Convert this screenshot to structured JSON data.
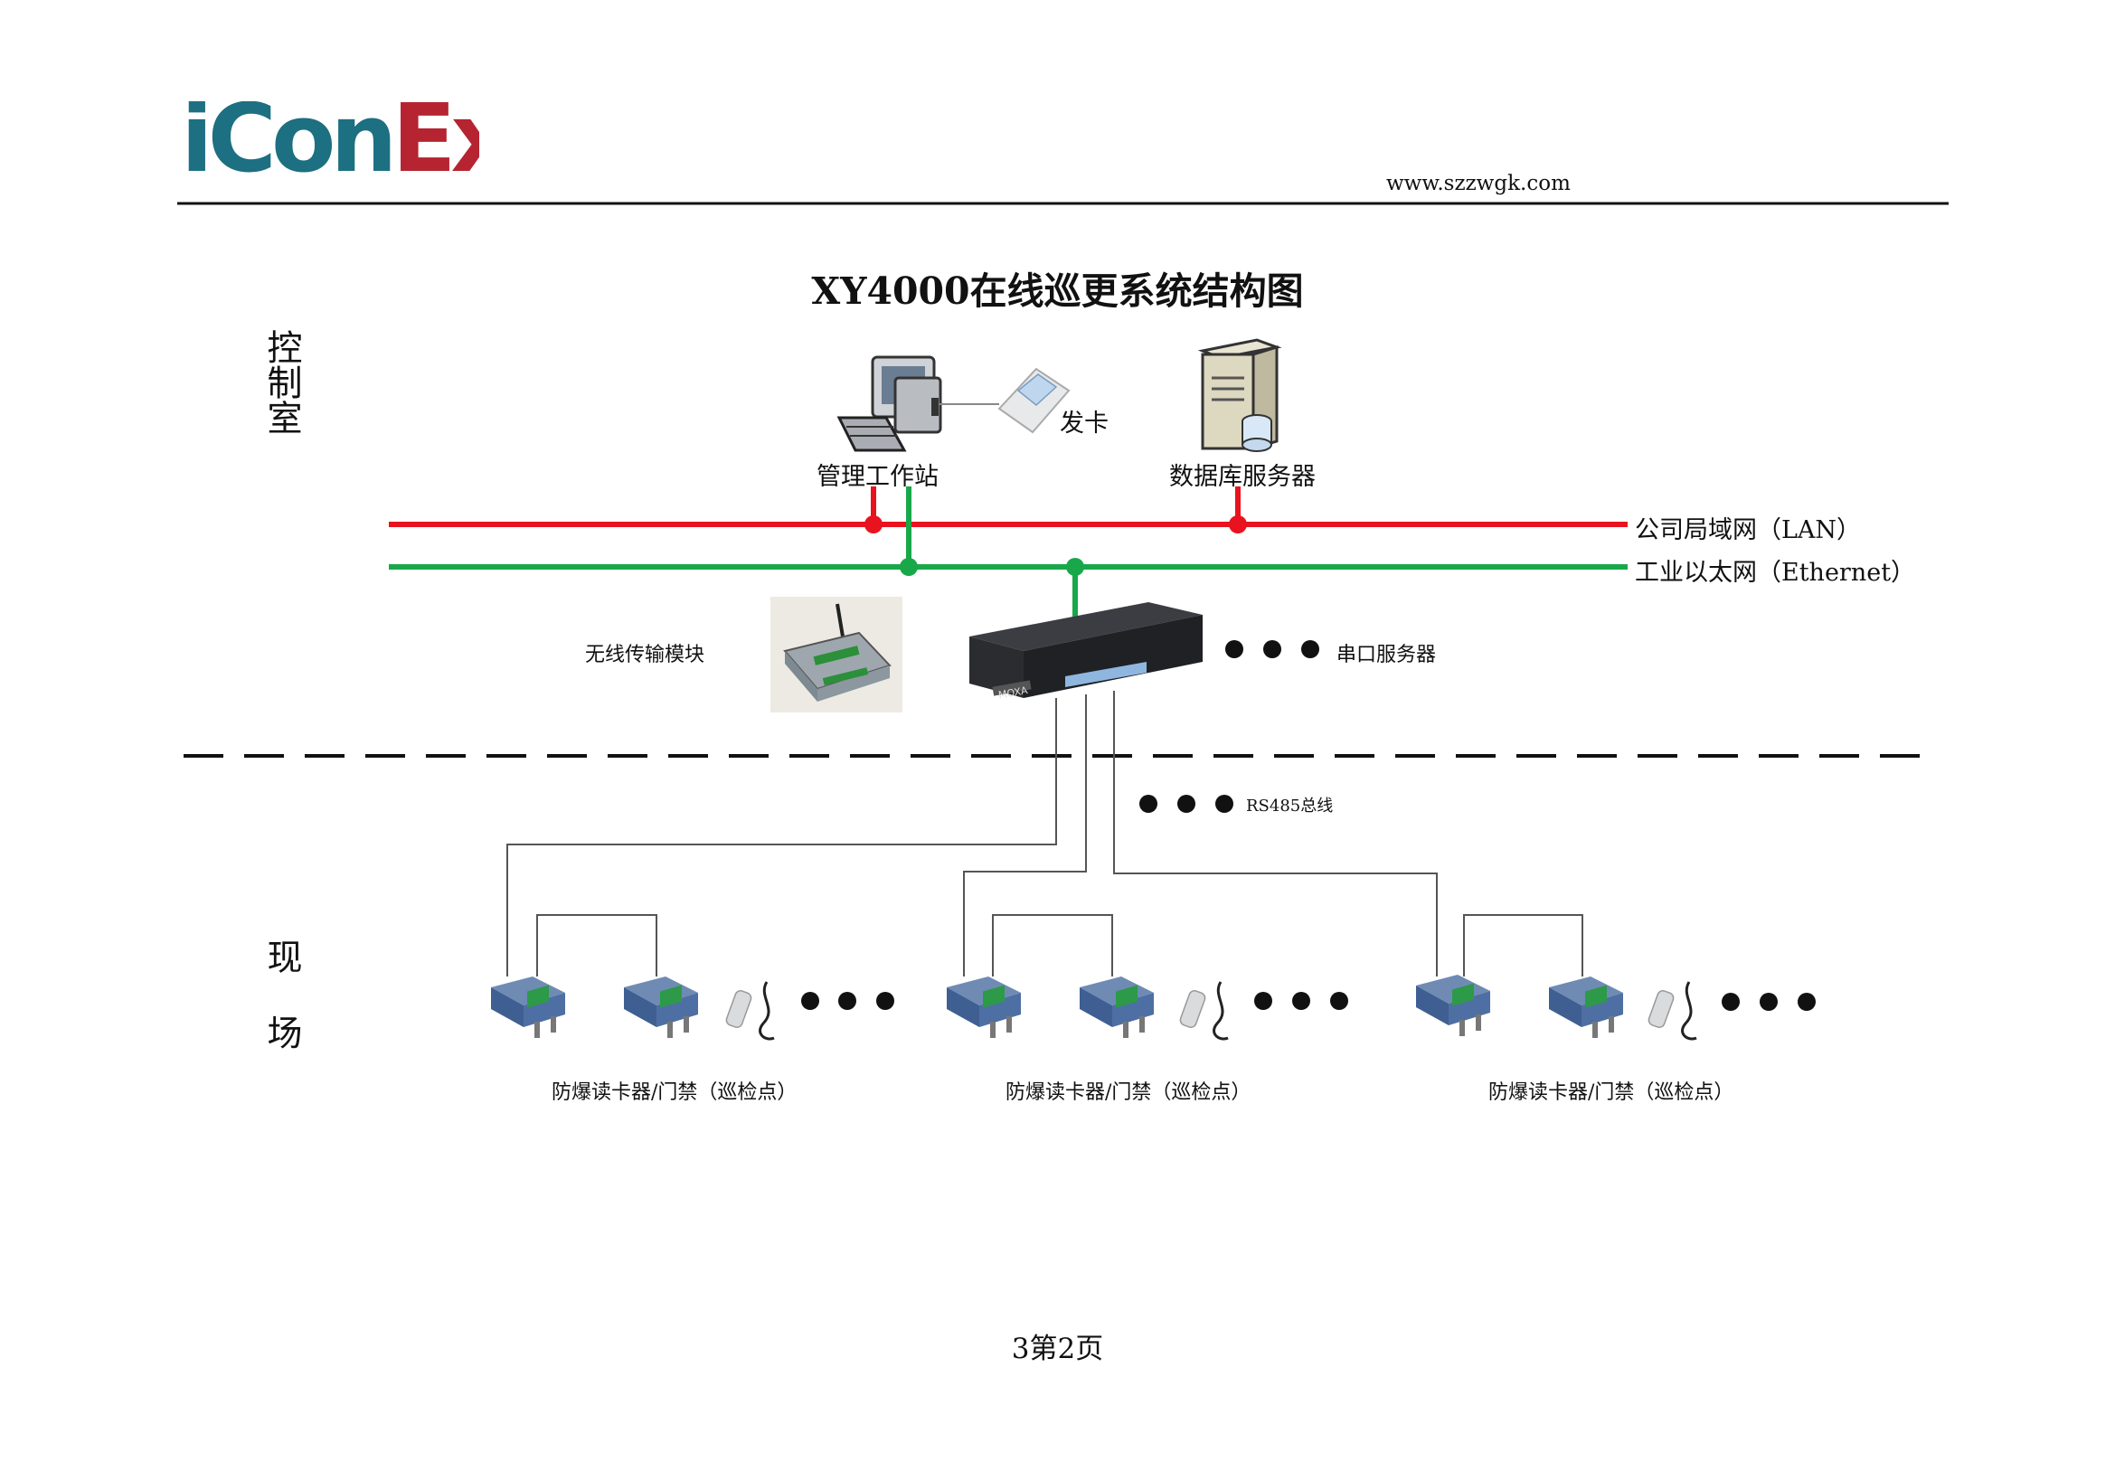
{
  "header": {
    "logo_text": "iConEx",
    "logo_parts": [
      "iCon",
      "Ex"
    ],
    "url": "www.szzwgk.com",
    "brand_colors": {
      "teal": "#1d6f82",
      "red": "#b52430"
    }
  },
  "title": "XY4000在线巡更系统结构图",
  "zones": {
    "control_room": "控制室",
    "field": "现 场"
  },
  "control_room": {
    "workstation_label": "管理工作站",
    "card_issuer_label": "发卡",
    "db_server_label": "数据库服务器"
  },
  "networks": {
    "lan": {
      "label": "公司局域网（LAN）",
      "color": "#e8131f"
    },
    "ethernet": {
      "label": "工业以太网（Ethernet）",
      "color": "#18a84a"
    }
  },
  "middle": {
    "wireless_label": "无线传输模块",
    "serial_server_label": "串口服务器",
    "serial_server_brand": "MOXA",
    "bus_label": "RS485总线"
  },
  "field_groups": [
    {
      "label": "防爆读卡器/门禁（巡检点）"
    },
    {
      "label": "防爆读卡器/门禁（巡检点）"
    },
    {
      "label": "防爆读卡器/门禁（巡检点）"
    }
  ],
  "icons": {
    "workstation": "computer-icon",
    "card_issuer": "card-reader-icon",
    "db_server": "server-icon",
    "serial_server": "rack-server-icon",
    "wireless": "wireless-module-icon",
    "reader": "explosion-proof-reader-icon",
    "probe": "patrol-probe-icon"
  },
  "footer": {
    "page": "3第2页"
  }
}
